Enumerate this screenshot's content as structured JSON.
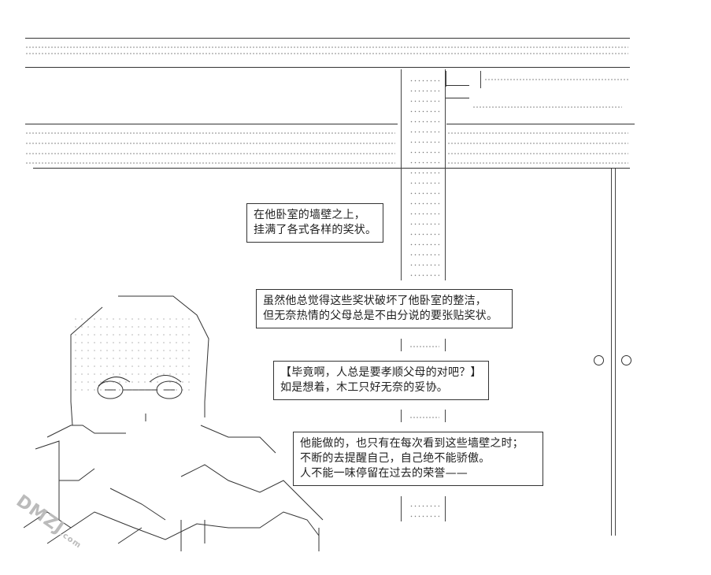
{
  "captions": [
    {
      "lines": [
        "在他卧室的墙壁之上，",
        "挂满了各式各样的奖状。"
      ]
    },
    {
      "lines": [
        "虽然他总觉得这些奖状破坏了他卧室的整洁，",
        "但无奈热情的父母总是不由分说的要张贴奖状。"
      ]
    },
    {
      "lines": [
        "【毕竟啊，人总是要孝顺父母的对吧？】",
        "如是想着，木工只好无奈的妥协。"
      ]
    },
    {
      "lines": [
        "他能做的，也只有在每次看到这些墙壁之时；",
        "不断的去提醒自己，自己绝不能骄傲。",
        "人不能一味停留在过去的荣誉——"
      ]
    }
  ],
  "watermark": {
    "text": "DMZJ",
    "suffix": ".com"
  }
}
